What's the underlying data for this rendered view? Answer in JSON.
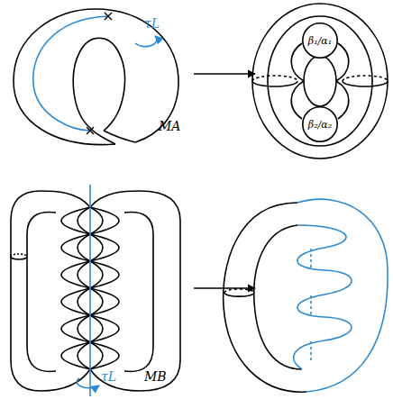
{
  "diagram": {
    "nodes": [
      {
        "text": [
          "β₁/α₁"
        ]
      },
      {
        "text": [
          "β₂/α₂"
        ]
      }
    ],
    "labels": [
      "τL",
      "MA",
      "τL",
      "MB"
    ]
  }
}
